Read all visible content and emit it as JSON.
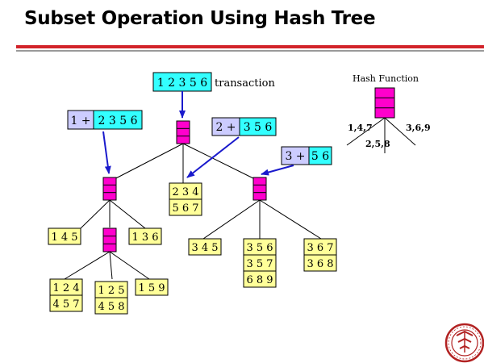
{
  "title": "Subset Operation Using Hash Tree",
  "transaction": {
    "items": "1 2 3 5 6",
    "label": "transaction"
  },
  "splits": [
    {
      "prefix": "1 +",
      "rest": "2 3 5 6"
    },
    {
      "prefix": "2 +",
      "rest": "3 5 6"
    },
    {
      "prefix": "3 +",
      "rest": "5 6"
    }
  ],
  "hash_function": {
    "title": "Hash Function",
    "branches": [
      "1,4,7",
      "2,5,8",
      "3,6,9"
    ]
  },
  "leaves": {
    "l145": [
      "1 4 5"
    ],
    "l136": [
      "1 3 6"
    ],
    "l234": [
      "2 3 4",
      "5 6 7"
    ],
    "l345": [
      "3 4 5"
    ],
    "l356": [
      "3 5 6",
      "3 5 7",
      "6 8 9"
    ],
    "l367": [
      "3 6 7",
      "3 6 8"
    ],
    "l124": [
      "1 2 4",
      "4 5 7"
    ],
    "l125": [
      "1 2 5",
      "4 5 8"
    ],
    "l159": [
      "1 5 9"
    ]
  },
  "colors": {
    "cyan": "#33ffff",
    "lavender": "#ccccff",
    "hash_node": "#ff00cc",
    "leaf": "#ffff99",
    "arrow": "#1a1acc",
    "red": "#d2232a",
    "logo": "#b22222"
  }
}
